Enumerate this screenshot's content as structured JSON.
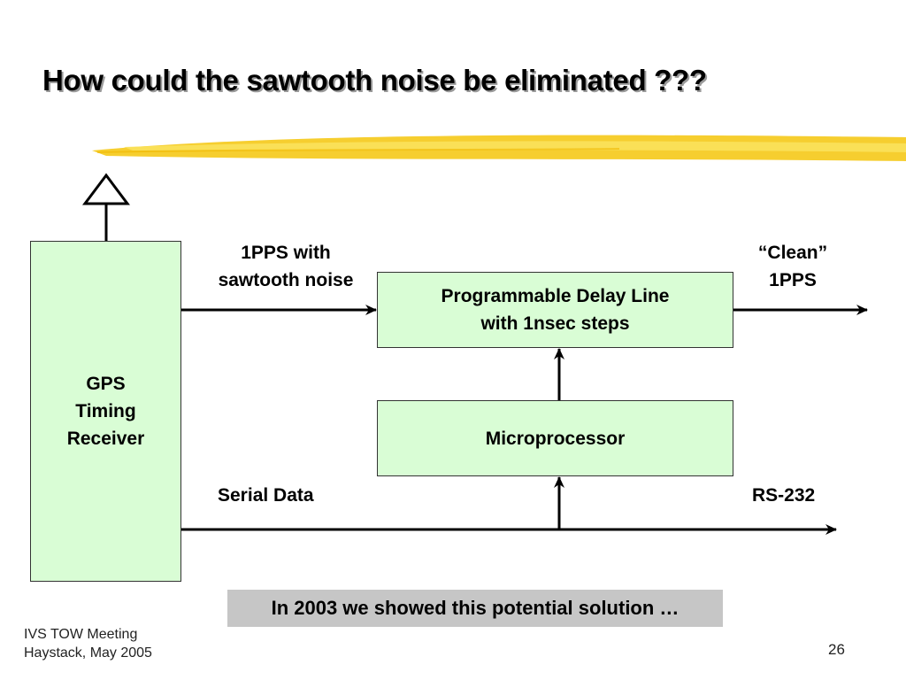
{
  "slide": {
    "title": "How could the sawtooth noise be eliminated ???",
    "accent_color": "#f5c60a",
    "box_fill": "#d9fdd5"
  },
  "diagram": {
    "gps_receiver": [
      "GPS",
      "Timing",
      "Receiver"
    ],
    "delay_line": [
      "Programmable Delay Line",
      "with 1nsec steps"
    ],
    "microprocessor": "Microprocessor",
    "input_label": [
      "1PPS with",
      "sawtooth noise"
    ],
    "output_label": [
      "“Clean”",
      "1PPS"
    ],
    "serial_label": "Serial Data",
    "rs232_label": "RS-232",
    "antenna_icon": "antenna-triangle-icon"
  },
  "note": "In 2003 we showed this potential solution …",
  "footer": {
    "line1": "IVS TOW Meeting",
    "line2": "Haystack, May 2005",
    "page_number": "26"
  }
}
